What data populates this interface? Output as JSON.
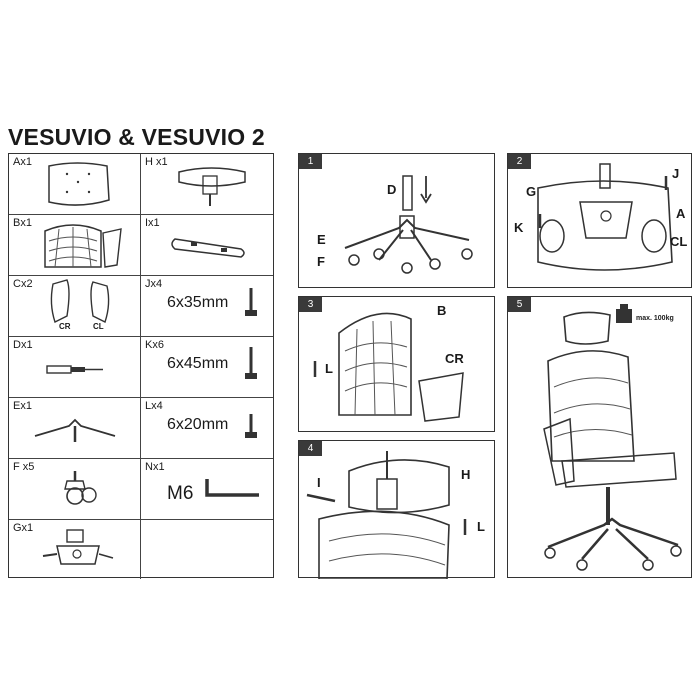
{
  "title": "VESUVIO & VESUVIO 2",
  "parts": [
    {
      "label": "Ax1"
    },
    {
      "label": "H x1"
    },
    {
      "label": "Bx1"
    },
    {
      "label": "Ix1"
    },
    {
      "label": "Cx2",
      "sub_right": "CR",
      "sub_left": "CL"
    },
    {
      "label": "Jx4",
      "size": "6x35mm"
    },
    {
      "label": "Dx1"
    },
    {
      "label": "Kx6",
      "size": "6x45mm"
    },
    {
      "label": "Ex1"
    },
    {
      "label": "Lx4",
      "size": "6x20mm"
    },
    {
      "label": "F x5"
    },
    {
      "label": "Nx1",
      "size": "M6"
    },
    {
      "label": "Gx1"
    }
  ],
  "steps": [
    {
      "number": "1",
      "callouts": [
        "D",
        "E",
        "F"
      ]
    },
    {
      "number": "2",
      "callouts": [
        "J",
        "G",
        "A",
        "K",
        "CL"
      ]
    },
    {
      "number": "3",
      "callouts": [
        "B",
        "CR",
        "L"
      ]
    },
    {
      "number": "4",
      "callouts": [
        "I",
        "H",
        "L"
      ]
    },
    {
      "number": "5",
      "weight_label": "max. 100kg"
    }
  ]
}
